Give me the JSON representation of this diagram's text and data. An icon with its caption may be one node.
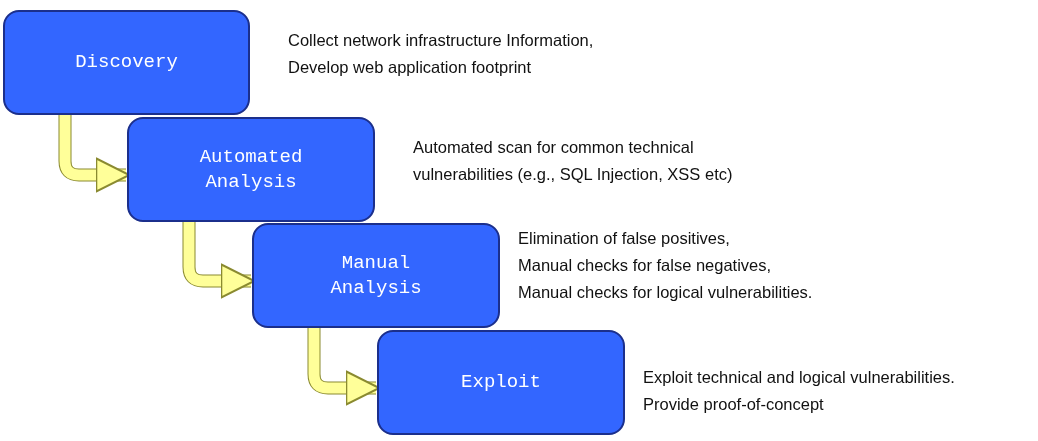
{
  "diagram": {
    "nodes": [
      {
        "text": [
          "Discovery"
        ],
        "beside": [
          "Collect network infrastructure Information,",
          "Develop web application footprint"
        ]
      },
      {
        "text": [
          "Automated Analysis"
        ],
        "beside": [
          "Automated scan for common technical vulnerabilities (e.g., SQL Injection, XSS etc)"
        ]
      },
      {
        "text": [
          "Manual Analysis"
        ],
        "beside": [
          "Elimination of false positives,",
          "Manual checks for false negatives,",
          "Manual checks for logical vulnerabilities."
        ]
      },
      {
        "text": [
          "Exploit"
        ],
        "beside": [
          "Exploit technical and logical vulnerabilities.",
          "Provide proof-of-concept"
        ]
      }
    ],
    "edges": [
      {
        "from": 0,
        "to": 1,
        "arrow": "to"
      },
      {
        "from": 1,
        "to": 2,
        "arrow": "to"
      },
      {
        "from": 2,
        "to": 3,
        "arrow": "to"
      }
    ]
  }
}
